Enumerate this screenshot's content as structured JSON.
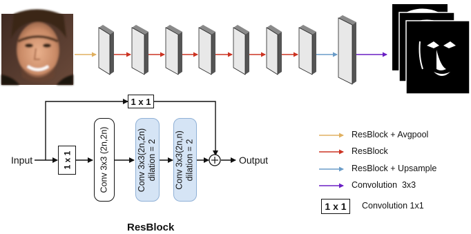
{
  "resblock": {
    "input_label": "Input",
    "output_label": "Output",
    "skip_label": "1 x 1",
    "inner_1x1_label": "1 x 1",
    "conv1_label": "Conv 3x3 (2n,2n)",
    "conv2_line1": "Conv 3x3(2n,2n)",
    "conv2_line2": "dilation = 2",
    "conv3_line1": "Conv 3x3(2n,n)",
    "conv3_line2": "dilation = 2",
    "sum_symbol": "+",
    "title": "ResBlock"
  },
  "legend": {
    "items": [
      {
        "label": "ResBlock + Avgpool",
        "color": "#e0b060"
      },
      {
        "label": "ResBlock",
        "color": "#cc3322"
      },
      {
        "label": "ResBlock + Upsample",
        "color": "#6a9cc8"
      },
      {
        "label": "Convolution  3x3",
        "color": "#6a1fc4"
      }
    ],
    "conv1x1_box": "1 x 1",
    "conv1x1_label": "Convolution 1x1"
  },
  "colors": {
    "avgpool": "#e0b060",
    "resblock": "#cc3322",
    "upsample": "#6a9cc8",
    "conv3x3": "#6a1fc4",
    "conv_fill": "#d5e4f5"
  },
  "images": {
    "input": "face-photo",
    "output": "segmentation-mask-stack"
  }
}
